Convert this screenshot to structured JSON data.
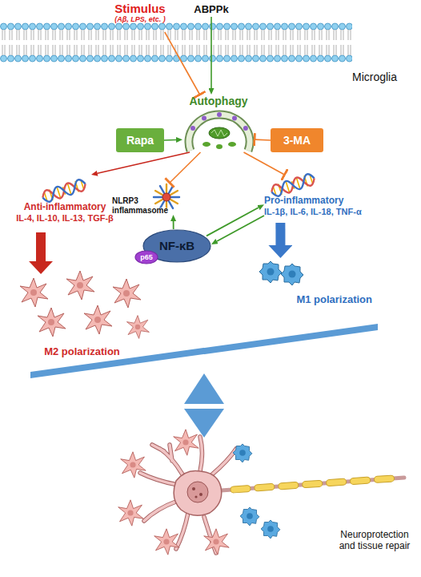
{
  "diagram": {
    "nodes": [
      {
        "text": [
          "Stimulus",
          "(Aβ, LPS, etc. )"
        ]
      },
      {
        "text": [
          "ABPPk"
        ]
      },
      {
        "text": [
          "Autophagy"
        ]
      },
      {
        "text": [
          "Rapa"
        ]
      },
      {
        "text": [
          "3-MA"
        ]
      },
      {
        "text": [
          "NLRP3 inflammasome"
        ]
      },
      {
        "text": [
          "Anti-inflammatory",
          "IL-4, IL-10, IL-13, TGF-β"
        ]
      },
      {
        "text": [
          "Pro-inflammatory",
          "IL-1β, IL-6, IL-18, TNF-α"
        ]
      },
      {
        "text": [
          "NF-κB"
        ]
      },
      {
        "text": [
          "p65"
        ],
        "in": 8
      },
      {
        "text": [
          "M2 polarization"
        ]
      },
      {
        "text": [
          "M1 polarization"
        ]
      }
    ],
    "edges": [
      {
        "from": 0,
        "to": 2,
        "arrow": "to"
      },
      {
        "from": 1,
        "to": 2,
        "arrow": "to"
      },
      {
        "from": 3,
        "to": 2,
        "arrow": "to"
      },
      {
        "from": 4,
        "to": 2,
        "arrow": "to"
      },
      {
        "from": 2,
        "to": 6,
        "arrow": "to"
      },
      {
        "from": 2,
        "to": 5,
        "arrow": "to"
      },
      {
        "from": 2,
        "to": 7,
        "arrow": "to"
      },
      {
        "from": 8,
        "to": 5,
        "arrow": "to"
      },
      {
        "from": 8,
        "to": 7,
        "arrow": "to"
      },
      {
        "from": 7,
        "to": 8,
        "arrow": "to"
      },
      {
        "from": 6,
        "to": 10,
        "arrow": "to"
      },
      {
        "from": 7,
        "to": 11,
        "arrow": "to"
      }
    ],
    "labels": [
      "Microglia",
      "Neuroprotection and tissue repair"
    ]
  }
}
